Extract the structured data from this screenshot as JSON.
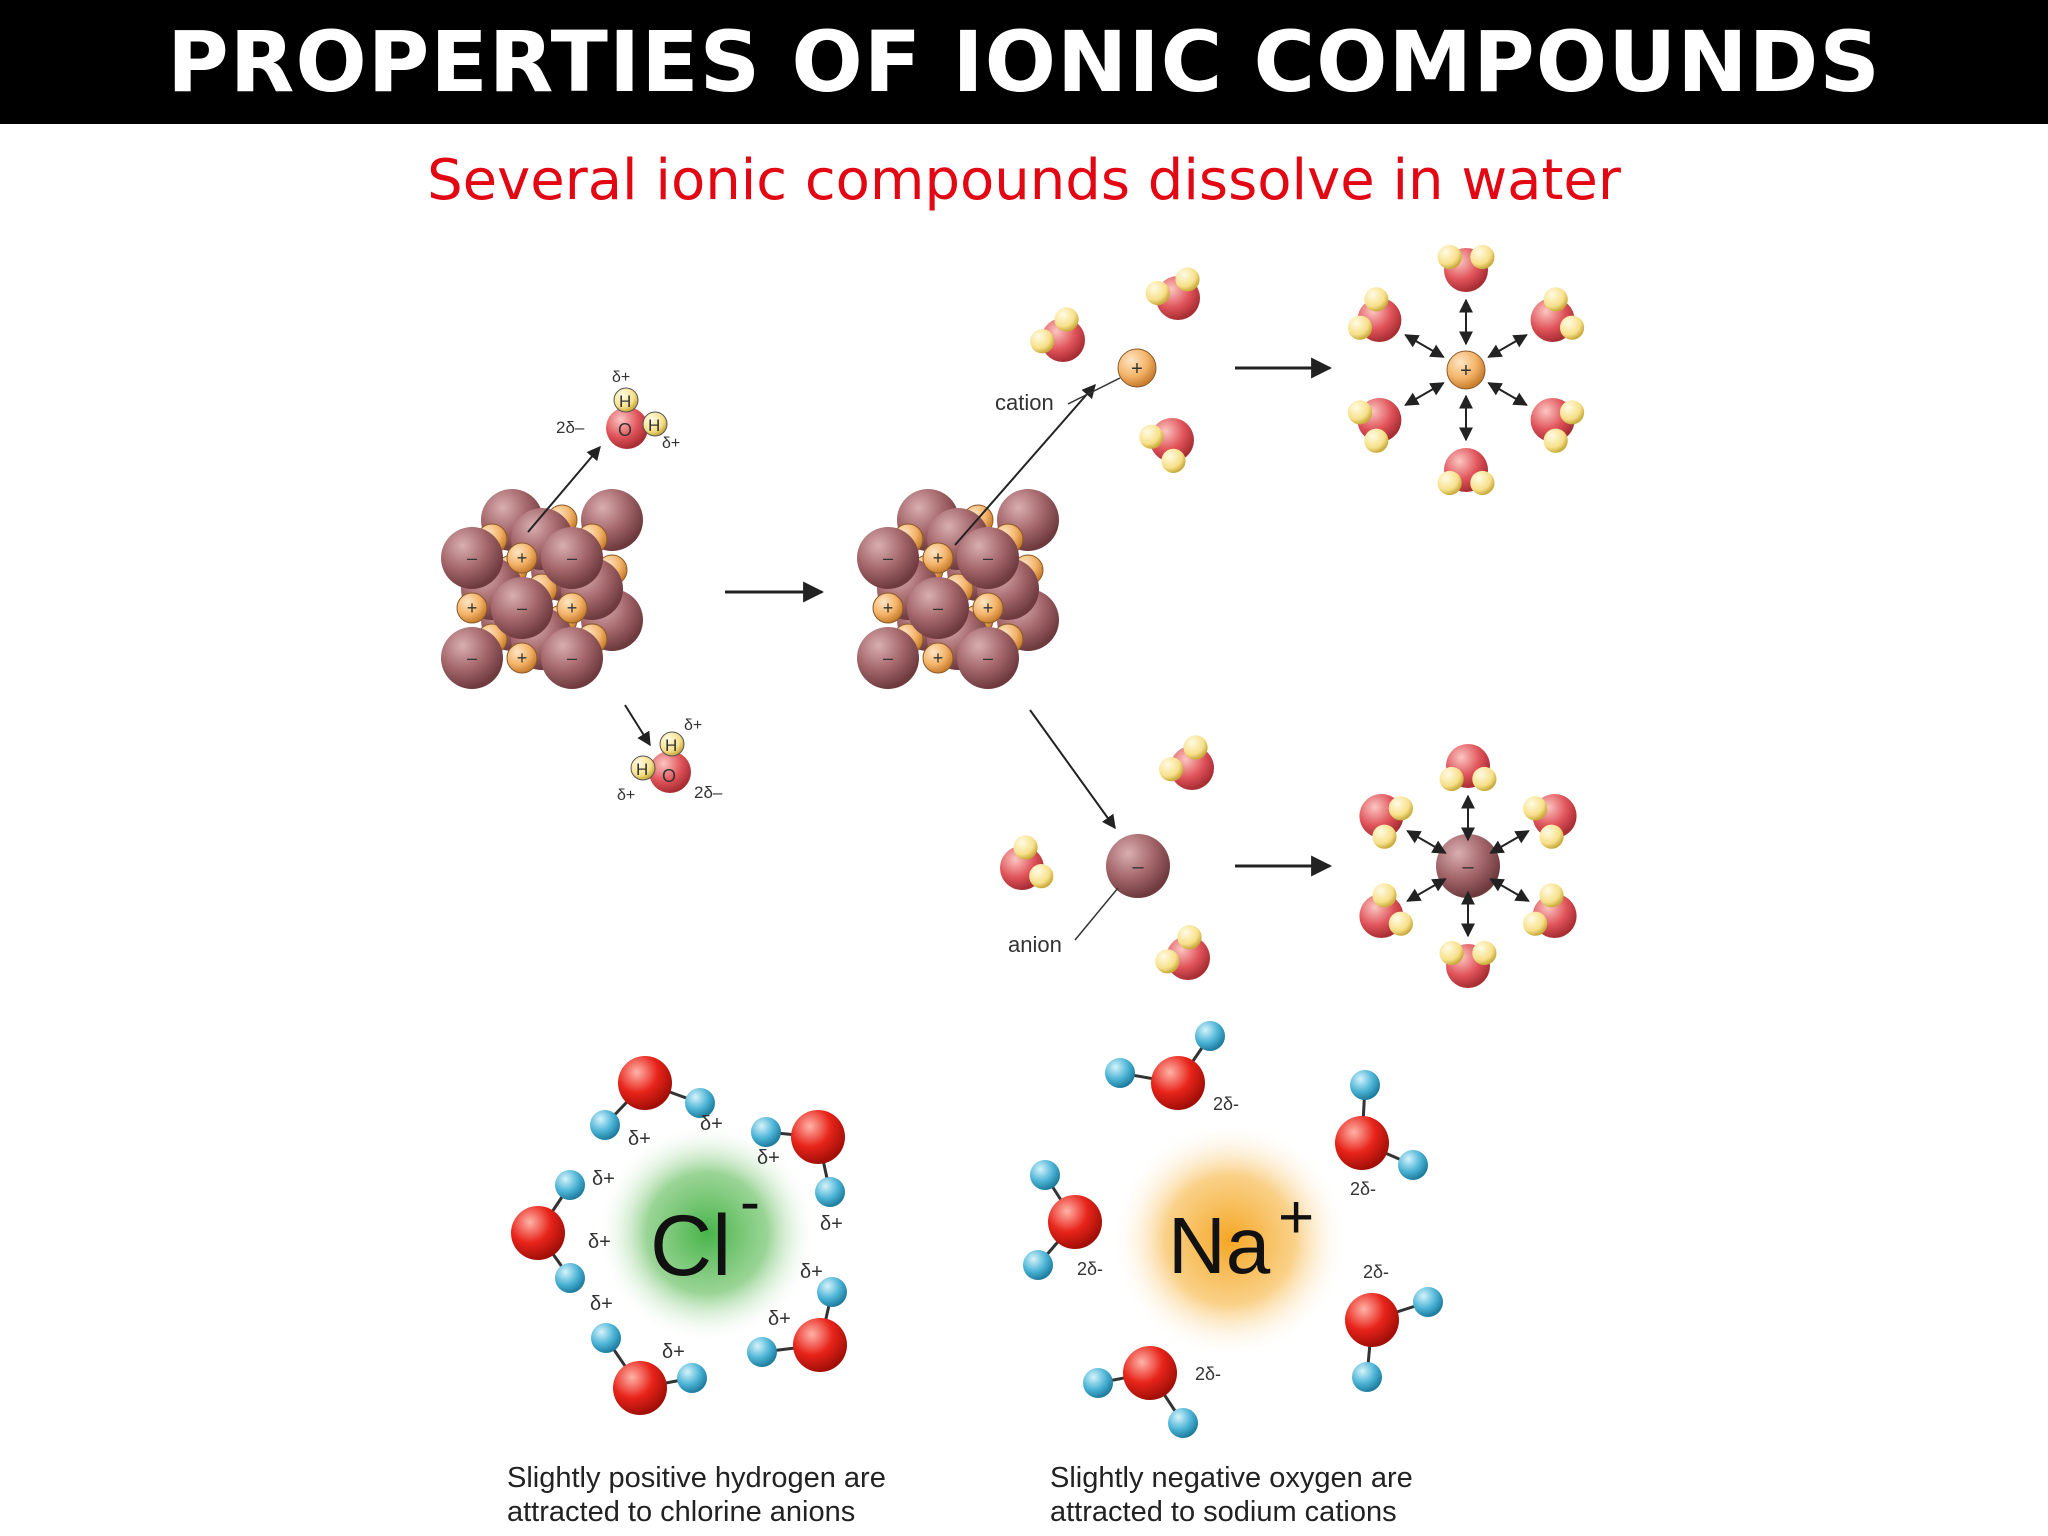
{
  "title": "PROPERTIES OF IONIC COMPOUNDS",
  "subtitle": "Several ionic compounds dissolve in water",
  "colors": {
    "title_bg": "#000000",
    "title_text": "#ffffff",
    "subtitle": "#e30613",
    "anion_sphere": "#a5686c",
    "cation_sphere": "#f4b46a",
    "water_oxygen": "#e0545a",
    "water_hydrogen": "#f7e08a",
    "oxygen_red": "#e8241a",
    "hydrogen_blue": "#4cb4d6",
    "chloride_glow": "#48b44a",
    "sodium_glow": "#f5a623"
  },
  "top_diagram": {
    "charges": {
      "plus": "+",
      "minus": "–"
    },
    "water_labels": {
      "h": "H",
      "o": "O",
      "delta_plus": "δ+",
      "two_delta_minus": "2δ–"
    },
    "cation_label": "cation",
    "anion_label": "anion"
  },
  "bottom_diagram": {
    "chloride": {
      "symbol": "Cl",
      "charge": "-",
      "hydrogen_partial": "δ+",
      "caption_line1": "Slightly positive hydrogen are",
      "caption_line2": "attracted to chlorine anions"
    },
    "sodium": {
      "symbol": "Na",
      "charge": "+",
      "oxygen_partial": "2δ-",
      "caption_line1": "Slightly negative oxygen are",
      "caption_line2": "attracted to sodium cations"
    }
  }
}
